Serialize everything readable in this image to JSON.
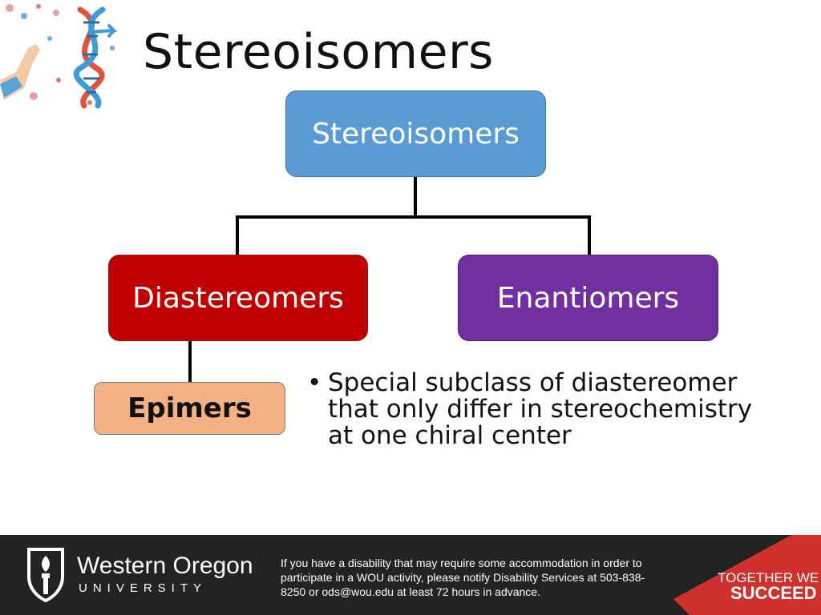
{
  "slide": {
    "title": "Stereoisomers"
  },
  "diagram": {
    "root": "Stereoisomers",
    "left_child": "Diastereomers",
    "right_child": "Enantiomers",
    "sub_child": "Epimers",
    "colors": {
      "root": "#5b9bd5",
      "diastereomers": "#c00000",
      "enantiomers": "#7030a0",
      "epimers": "#f4b183"
    }
  },
  "bullet": {
    "text": "Special subclass of diastereomer that only differ in stereochemistry at one chiral center"
  },
  "footer": {
    "university_name": "Western Oregon",
    "university_word": "UNIVERSITY",
    "notice": "If you have a disability that may require some accommodation in order to participate in a WOU activity, please notify Disability Services at 503-838-8250 or ods@wou.edu at least 72 hours in advance.",
    "tagline_top": "TOGETHER WE",
    "tagline_bottom": "SUCCEED",
    "accent_color": "#d0312d"
  },
  "icons": [
    "dna-illustration-icon",
    "wou-torch-logo-icon"
  ]
}
